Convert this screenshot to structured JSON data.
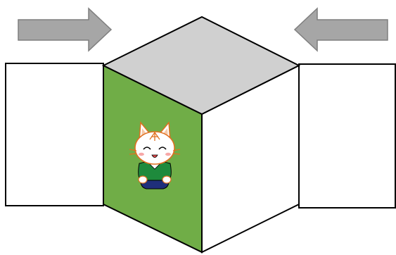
{
  "colors": {
    "background": "#ffffff",
    "arrow_fill": "#a6a6a6",
    "arrow_stroke": "#7f7f7f",
    "cube_top": "#d0d0d0",
    "cube_front": "#70ad47",
    "cube_right": "#ffffff",
    "panel_fill": "#ffffff",
    "outline": "#000000",
    "cat_outline": "#e07020",
    "cat_sweater": "#1e8a3c",
    "cat_pants": "#1f2f7a"
  },
  "icons": {
    "left_arrow": "arrow-right-icon",
    "right_arrow": "arrow-left-icon",
    "character": "cat-mascot-icon"
  },
  "arrows": [
    {
      "name": "left-arrow",
      "direction": "right"
    },
    {
      "name": "right-arrow",
      "direction": "left"
    }
  ]
}
